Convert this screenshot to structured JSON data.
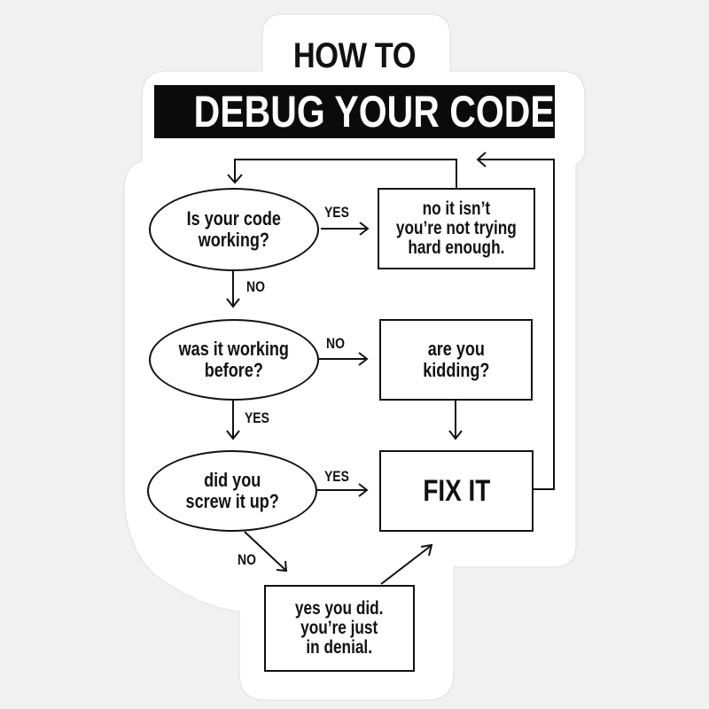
{
  "title": {
    "line1": "HOW TO",
    "line2": "DEBUG YOUR CODE"
  },
  "nodes": {
    "code_working": "Is your code\nworking?",
    "working_before": "was it working\nbefore?",
    "screw_up": "did you\nscrew it up?",
    "not_trying": "no it isn’t\nyou’re not trying\nhard enough.",
    "kidding": "are you\nkidding?",
    "fix_it": "FIX IT",
    "denial": "yes you did.\nyou’re just\nin denial."
  },
  "edge_labels": {
    "q1_yes": "YES",
    "q1_no": "NO",
    "q2_no": "NO",
    "q2_yes": "YES",
    "q3_yes": "YES",
    "q3_no": "NO"
  },
  "colors": {
    "ink": "#111111",
    "title_bg": "#0b0b0b",
    "sticker_bg": "#ffffff",
    "page_bg": "#f1f1f1"
  }
}
